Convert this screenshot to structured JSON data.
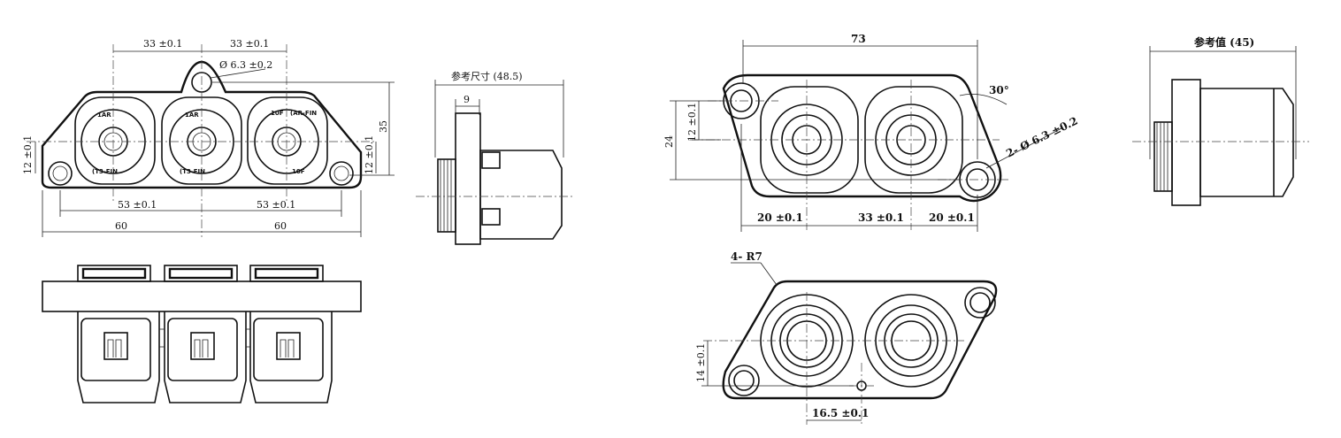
{
  "view1": {
    "dims": {
      "top_left": "33 ±0.1",
      "top_right": "33 ±0.1",
      "hole": "Ø 6.3 ±0.2",
      "height": "35",
      "left_v": "12 ±0.1",
      "right_v": "12 ±0.1",
      "mid_left": "53 ±0.1",
      "mid_right": "53 ±0.1",
      "bottom_left": "60",
      "bottom_right": "60"
    },
    "port_labels": {
      "p1_top": "1AR",
      "p1_bottom": "(T3-FIN",
      "p2_top": "1AR",
      "p2_bottom": "(T3-FIN",
      "p3_top": "10F",
      "p3_right": "(AR-FIN",
      "p3_bottom": "10F"
    }
  },
  "view2": {
    "ref_label": "参考尺寸 (48.5)",
    "small_dim": "9"
  },
  "view4": {
    "dims": {
      "width": "73",
      "angle": "30°",
      "hole": "2- Ø 6.3 ±0.2",
      "height": "24",
      "inner_v": "12 ±0.1",
      "b_left": "20 ±0.1",
      "b_mid": "33 ±0.1",
      "b_right": "20 ±0.1"
    }
  },
  "view5": {
    "ref_label": "参考值 (45)"
  },
  "view6": {
    "corner": "4- R7",
    "left_v": "14 ±0.1",
    "bottom": "16.5 ±0.1"
  }
}
